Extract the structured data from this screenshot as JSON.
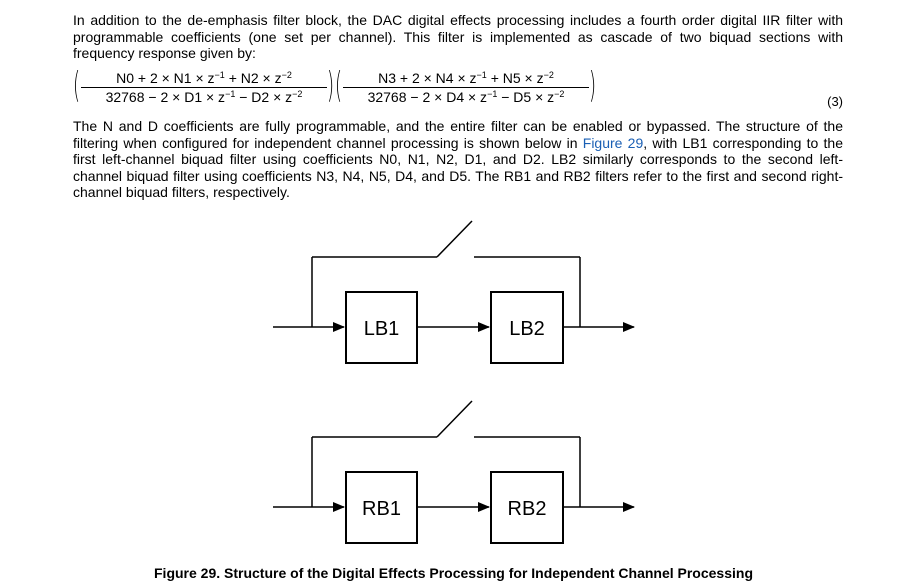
{
  "paragraph1": "In addition to the de-emphasis filter block, the DAC digital effects processing includes a fourth order digital IIR filter with programmable coefficients (one set per channel). This filter is implemented as cascade of two biquad sections with frequency response given by:",
  "equation": {
    "frac1": {
      "num": "N0 + 2 × N1 × z<sup>−1</sup> + N2 × z<sup>−2</sup>",
      "den": "32768 − 2 × D1 × z<sup>−1</sup> − D2 × z<sup>−2</sup>"
    },
    "frac2": {
      "num": "N3 + 2 × N4 × z<sup>−1</sup> + N5 × z<sup>−2</sup>",
      "den": "32768 − 2 × D4 × z<sup>−1</sup> − D5 × z<sup>−2</sup>"
    },
    "number": "(3)"
  },
  "paragraph2": {
    "before_link": "The N and D coefficients are fully programmable, and the entire filter can be enabled or bypassed. The structure of the filtering when configured for independent channel processing is shown below in ",
    "link": "Figure 29",
    "after_link": ", with LB1 corresponding to the first left-channel biquad filter using coefficients N0, N1, N2, D1, and D2. LB2 similarly corresponds to the second left-channel biquad filter using coefficients N3, N4, N5, D4, and D5. The RB1 and RB2 filters refer to the first and second right-channel biquad filters, respectively."
  },
  "diagram": {
    "blocks": {
      "lb1": "LB1",
      "lb2": "LB2",
      "rb1": "RB1",
      "rb2": "RB2"
    }
  },
  "caption": "Figure 29. Structure of the Digital Effects Processing for Independent Channel Processing",
  "colors": {
    "link": "#1a5fb4"
  }
}
